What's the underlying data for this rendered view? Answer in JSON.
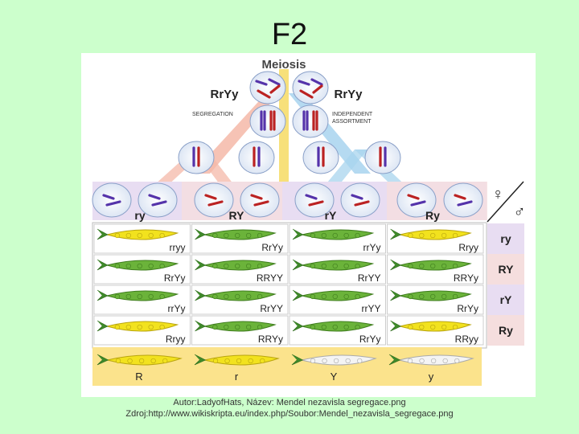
{
  "slide": {
    "title": "F2"
  },
  "meiosis": {
    "title": "Meiosis",
    "parent_left": "RrYy",
    "parent_right": "RrYy",
    "segregation_label": "SEGREGATION",
    "independent_label_1": "INDEPENDENT",
    "independent_label_2": "ASSORTMENT"
  },
  "gametes": {
    "labels": [
      "ry",
      "RY",
      "rY",
      "Ry"
    ],
    "female_symbol": "♀",
    "male_symbol": "♂"
  },
  "punnett": {
    "row_headers": [
      "ry",
      "RY",
      "rY",
      "Ry"
    ],
    "cells": [
      [
        {
          "g": "rryy",
          "c": "yellow"
        },
        {
          "g": "RrYy",
          "c": "green"
        },
        {
          "g": "rrYy",
          "c": "green"
        },
        {
          "g": "Rryy",
          "c": "yellow"
        }
      ],
      [
        {
          "g": "RrYy",
          "c": "green"
        },
        {
          "g": "RRYY",
          "c": "green"
        },
        {
          "g": "RrYY",
          "c": "green"
        },
        {
          "g": "RRYy",
          "c": "green"
        }
      ],
      [
        {
          "g": "rrYy",
          "c": "green"
        },
        {
          "g": "RrYY",
          "c": "green"
        },
        {
          "g": "rrYY",
          "c": "green"
        },
        {
          "g": "RrYy",
          "c": "green"
        }
      ],
      [
        {
          "g": "Rryy",
          "c": "yellow"
        },
        {
          "g": "RRYy",
          "c": "green"
        },
        {
          "g": "RrYy",
          "c": "green"
        },
        {
          "g": "RRyy",
          "c": "yellow"
        }
      ]
    ]
  },
  "alleles": [
    {
      "label": "R",
      "c": "yellow"
    },
    {
      "label": "r",
      "c": "yellow"
    },
    {
      "label": "Y",
      "c": "white"
    },
    {
      "label": "y",
      "c": "white"
    }
  ],
  "caption": {
    "line1": "Autor:LadyofHats,  Název: Mendel nezavisla segregace.png",
    "line2": "Zdroj:http://www.wikiskripta.eu/index.php/Soubor:Mendel_nezavisla_segregace.png"
  },
  "colors": {
    "background": "#ccffcc",
    "pod_yellow": "#f2e21e",
    "pod_green": "#6bb33a",
    "pod_white": "#f4f4f4",
    "chrom_blue": "#5533aa",
    "chrom_red": "#bb2222",
    "meiosis_center": "#f7e07a",
    "left_branch": "#f4b8a8",
    "right_branch": "#a8d4ee"
  }
}
